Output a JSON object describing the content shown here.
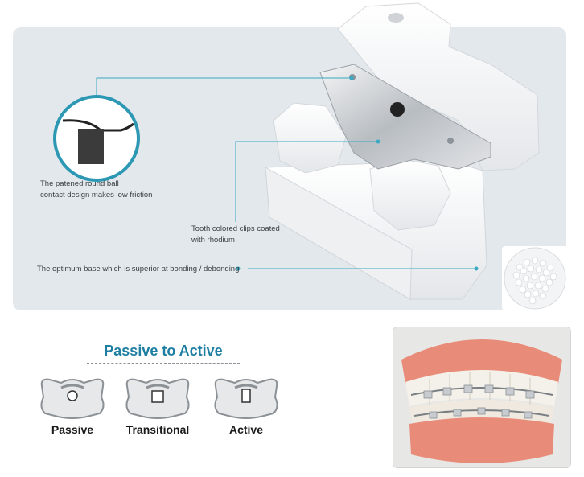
{
  "callouts": {
    "round_ball": "The patened round ball\ncontact design makes low friction",
    "clips": "Tooth colored clips coated\nwith rhodium",
    "base": "The optimum base which is superior at bonding / debonding"
  },
  "stages": {
    "title": "Passive to Active",
    "items": [
      {
        "label": "Passive"
      },
      {
        "label": "Transitional"
      },
      {
        "label": "Active"
      }
    ]
  },
  "colors": {
    "accent": "#1f7fa3",
    "callout_line": "#3aa9c2",
    "panel_bg": "#e3e8ec",
    "gum": "#e98b79"
  }
}
